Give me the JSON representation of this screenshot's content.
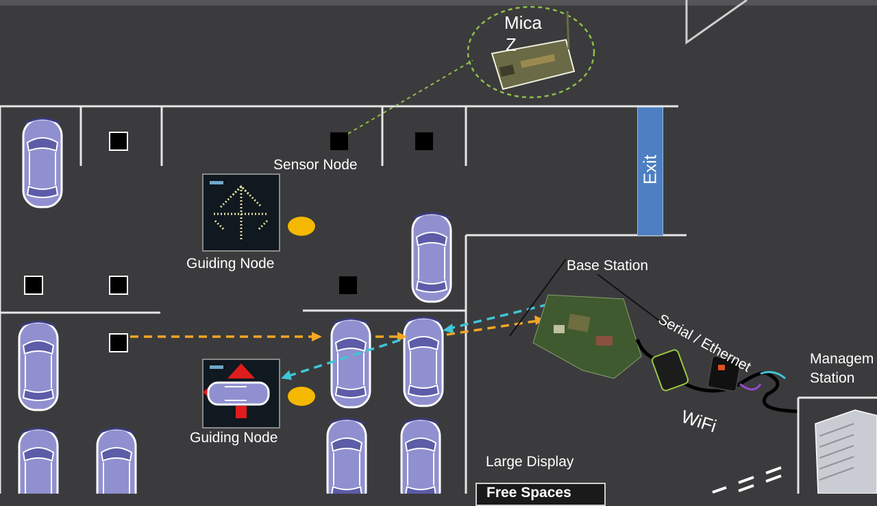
{
  "labels": {
    "mica": "Mica",
    "mica_z": "Z",
    "sensor_node": "Sensor Node",
    "guiding_node_1": "Guiding Node",
    "guiding_node_2": "Guiding Node",
    "exit": "Exit",
    "base_station": "Base Station",
    "serial_ethernet": "Serial / Ethernet",
    "wifi": "WiFi",
    "management_station_1": "Managem",
    "management_station_2": "Station",
    "large_display": "Large Display",
    "display_text": "Free Spaces"
  },
  "colors": {
    "background": "#3b3b3d",
    "lines": "#e6e6e6",
    "car_body": "#8f8fcf",
    "indicator": "#f5b800",
    "exit_sign": "#4d7fc2",
    "arrow_orange": "#f5a623",
    "arrow_cyan": "#3fc6d6",
    "link_green": "#8fc04a",
    "direction_red": "#e01c1c"
  }
}
